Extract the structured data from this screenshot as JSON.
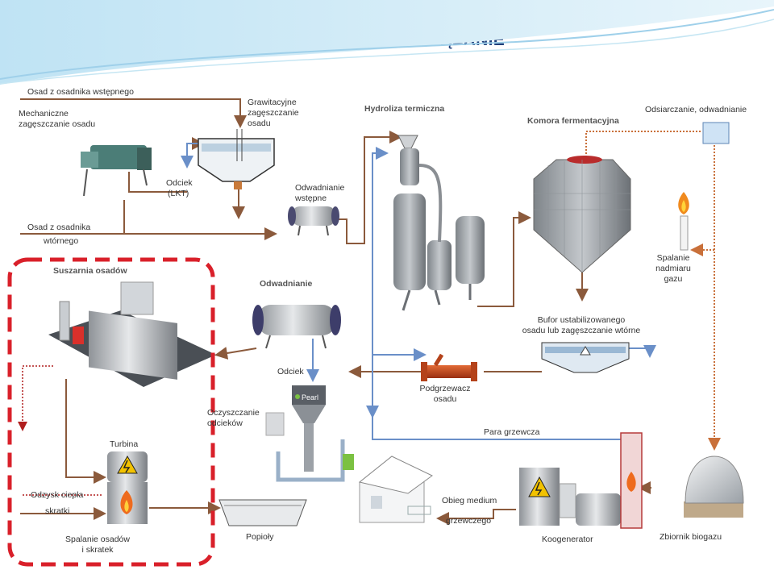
{
  "title": "OPTYMALNE ROZWIĄZANIE",
  "labels": {
    "osad_wstepny": "Osad z osadnika wstępnego",
    "mech_zag_1": "Mechaniczne",
    "mech_zag_2": "zagęszczanie osadu",
    "graw_1": "Grawitacyjne",
    "graw_2": "zagęszczanie",
    "graw_3": "osadu",
    "hydroliza": "Hydroliza termiczna",
    "komora": "Komora fermentacyjna",
    "odsiarczanie": "Odsiarczanie, odwadnianie",
    "odciek_lkt_1": "Odciek",
    "odciek_lkt_2": "(LKT)",
    "odwadnianie_wst_1": "Odwadnianie",
    "odwadnianie_wst_2": "wstępne",
    "osad_wtorny_1": "Osad z osadnika",
    "osad_wtorny_2": "wtórnego",
    "suszarnia": "Suszarnia osadów",
    "odwadnianie": "Odwadnianie",
    "spalanie_nadmiaru_1": "Spalanie",
    "spalanie_nadmiaru_2": "nadmiaru",
    "spalanie_nadmiaru_3": "gazu",
    "bufor_1": "Bufor ustabilizowanego",
    "bufor_2": "osadu lub zagęszczanie wtórne",
    "odciek": "Odciek",
    "podgrzewacz_1": "Podgrzewacz",
    "podgrzewacz_2": "osadu",
    "oczyszczanie_1": "Oczyszczanie",
    "oczyszczanie_2": "odcieków",
    "pearl": "Pearl",
    "para": "Para grzewcza",
    "turbina": "Turbina",
    "odzysk": "Odzysk ciepła",
    "skratki": "skratki",
    "spalanie_osadow_1": "Spalanie osadów",
    "spalanie_osadow_2": "i skratek",
    "popioly": "Popioły",
    "obieg_1": "Obieg medium",
    "obieg_2": "grzewczego",
    "koogenerator": "Koogenerator",
    "zbiornik": "Zbiornik biogazu"
  },
  "colors": {
    "sludge_line": "#8b5a3c",
    "water_line": "#6a8fc8",
    "gas_line": "#c9703a",
    "highlight_border": "#d9202a",
    "title": "#1f3f7a"
  }
}
